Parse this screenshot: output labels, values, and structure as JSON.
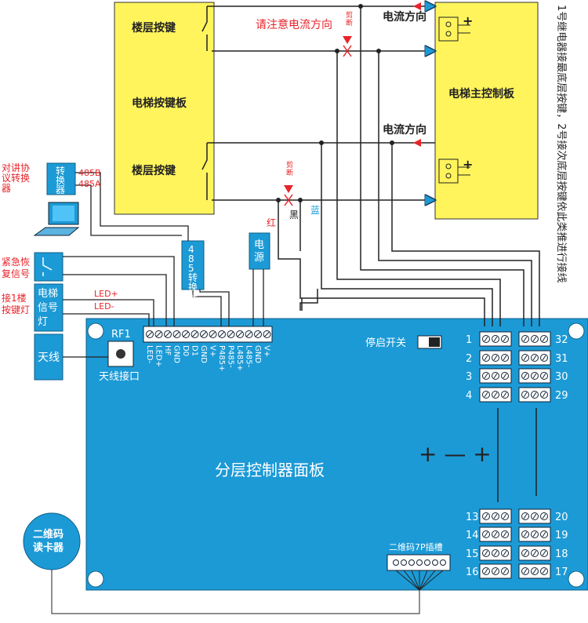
{
  "colors": {
    "yellow_panel": "#FFF45C",
    "blue_board": "#1C9AD6",
    "red_text": "#E8242A",
    "cyan_text": "#1A9DD9",
    "arrow_dark": "#1B3F61",
    "wire": "#222222"
  },
  "elevator_button_board": {
    "floor_button_top": "楼层按键",
    "title": "电梯按键板",
    "floor_button_bottom": "楼层按键"
  },
  "main_controller": {
    "title": "电梯主控制板",
    "current_direction_top": "电流方向",
    "current_direction_bottom": "电流方向"
  },
  "notes": {
    "attention": "请注意电流方向",
    "cut": "剪断",
    "side_note": "1号继电器接最底层按键，2号接次底层按键依此类推进行接线"
  },
  "wire_colors": {
    "red": "红",
    "black": "黑",
    "blue": "蓝"
  },
  "intercom": {
    "label": "对讲协议转换器",
    "converter": "转换器",
    "b": "485B",
    "a": "485A"
  },
  "emergency": {
    "label": "紧急恢复信号"
  },
  "led": {
    "label": "接1楼按键灯",
    "plus": "LED+",
    "minus": "LED-",
    "box": "电梯信号灯"
  },
  "antenna": {
    "box": "天线",
    "rf": "RF1",
    "port": "天线接口"
  },
  "converter485": {
    "box": "485转换器"
  },
  "power": {
    "box": "电源"
  },
  "terminals": [
    "LED-",
    "LED+",
    "HF",
    "GND",
    "D0",
    "D1",
    "GND",
    "V+",
    "P485+",
    "P485-",
    "L485+",
    "L485-",
    "GND",
    "V+"
  ],
  "floor_board": {
    "title": "分层控制器面板",
    "switch": "停启开关",
    "signs": "+ — +",
    "slot": "二维码7P插槽",
    "relay_left": [
      "1",
      "2",
      "3",
      "4",
      "13",
      "14",
      "15",
      "16"
    ],
    "relay_right": [
      "32",
      "31",
      "30",
      "29",
      "20",
      "19",
      "18",
      "17"
    ]
  },
  "qr_reader": {
    "label": "二维码读卡器"
  }
}
